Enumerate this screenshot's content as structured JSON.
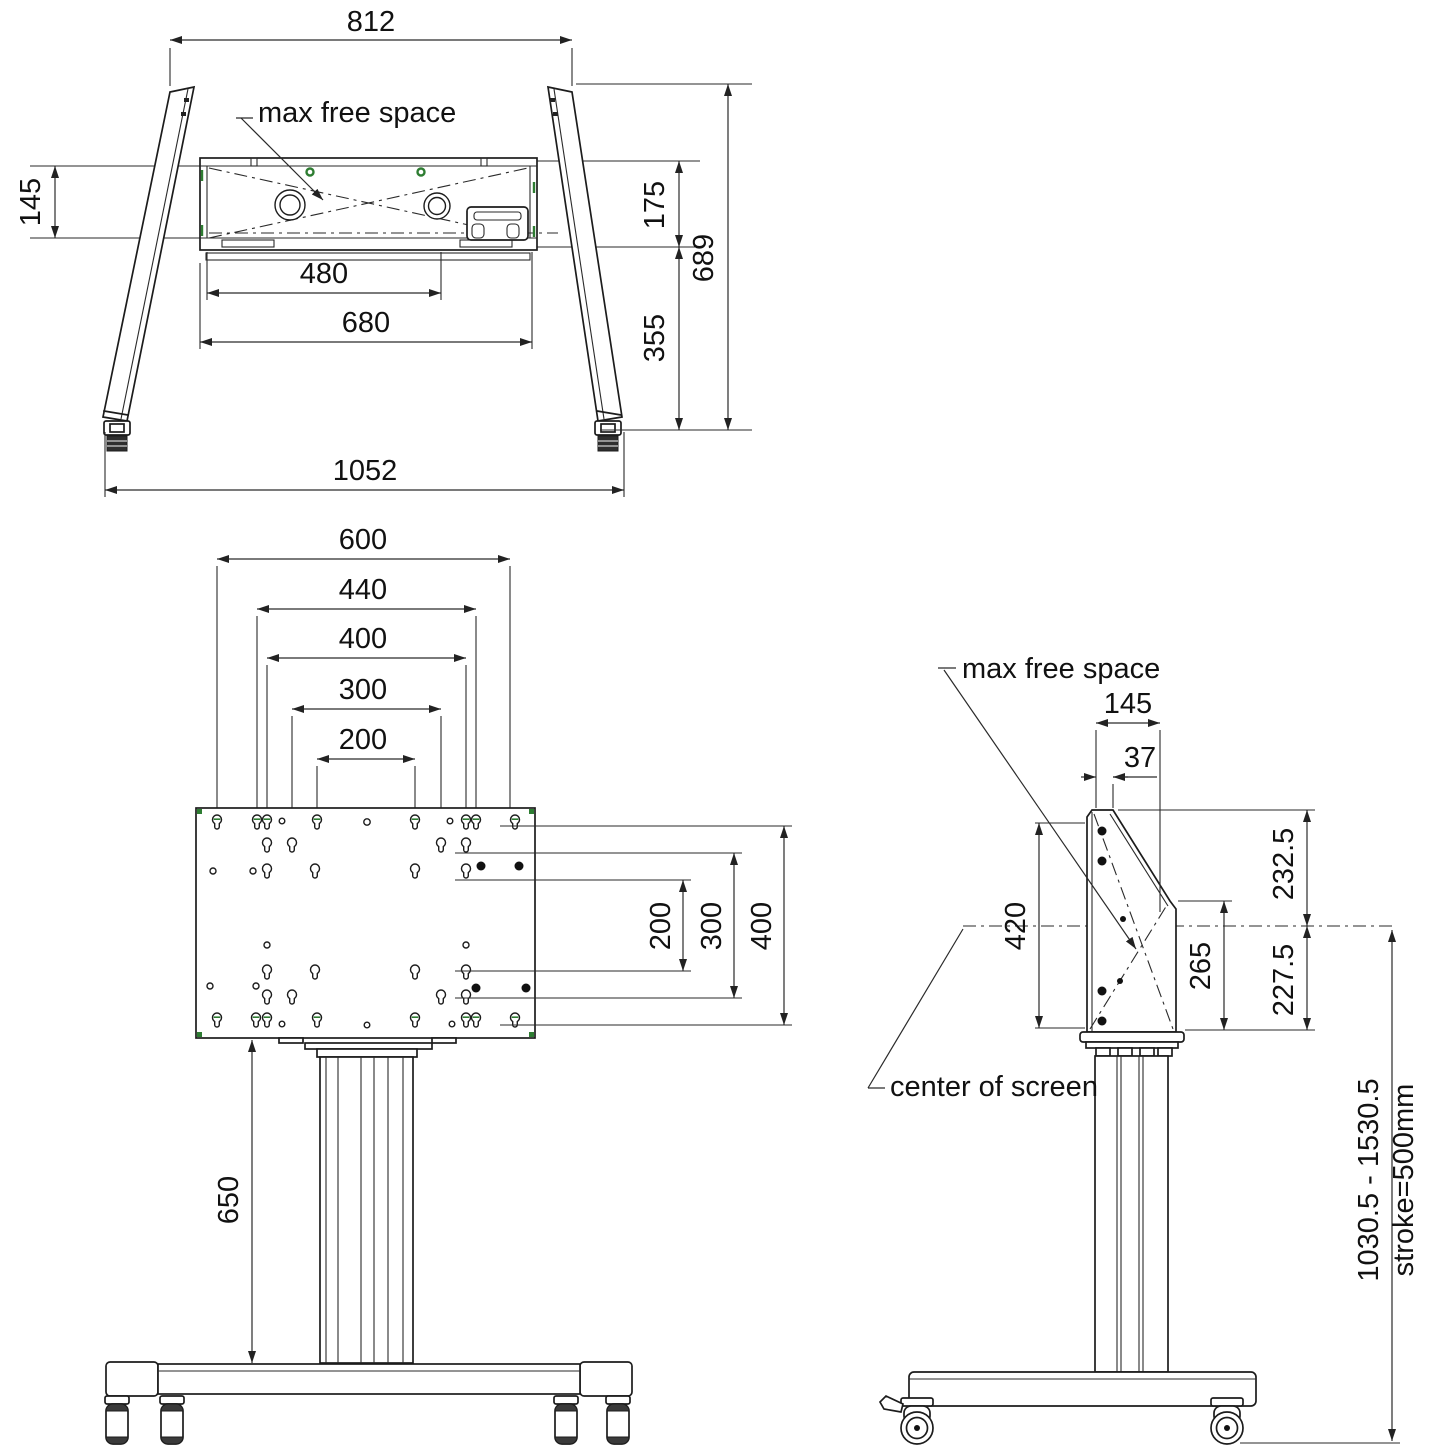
{
  "drawing": {
    "top_view": {
      "free_space_label": "max free space",
      "dim_width_top": "812",
      "dim_free_depth": "145",
      "dim_tray_depth": "175",
      "dim_total_depth": "689",
      "dim_grommet_span": "480",
      "dim_tray_width": "680",
      "dim_rear_depth": "355",
      "dim_overall_width": "1052"
    },
    "front_view": {
      "dim_vesa_600": "600",
      "dim_vesa_440": "440",
      "dim_vesa_400": "400",
      "dim_vesa_300": "300",
      "dim_vesa_200": "200",
      "dim_vesa_v200": "200",
      "dim_vesa_v300": "300",
      "dim_vesa_v400": "400",
      "dim_column_height": "650"
    },
    "side_view": {
      "free_space_label": "max free space",
      "center_of_screen_label": "center of screen",
      "dim_depth": "145",
      "dim_front_offset": "37",
      "dim_above_center": "232.5",
      "dim_below_center": "227.5",
      "dim_bracket_lower": "265",
      "dim_bracket_height": "420",
      "dim_height_range": "1030.5 - 1530.5",
      "dim_stroke": "stroke=500mm"
    },
    "colors": {
      "line": "#1c1c1c",
      "green": "#2e7d32",
      "background": "#ffffff"
    }
  }
}
